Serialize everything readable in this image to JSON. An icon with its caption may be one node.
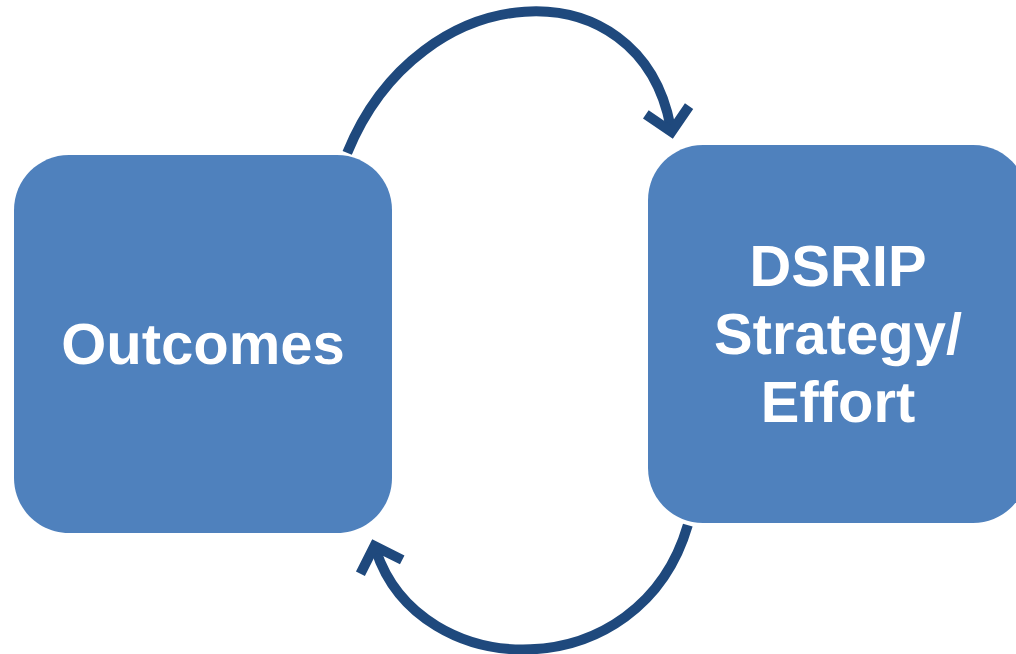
{
  "diagram": {
    "nodes": [
      {
        "text": [
          "Outcomes"
        ]
      },
      {
        "text": [
          "DSRIP Strategy/ Effort"
        ]
      }
    ],
    "edges": [
      {
        "from": 0,
        "to": 1,
        "arrow": "to"
      },
      {
        "from": 1,
        "to": 0,
        "arrow": "to"
      }
    ]
  }
}
